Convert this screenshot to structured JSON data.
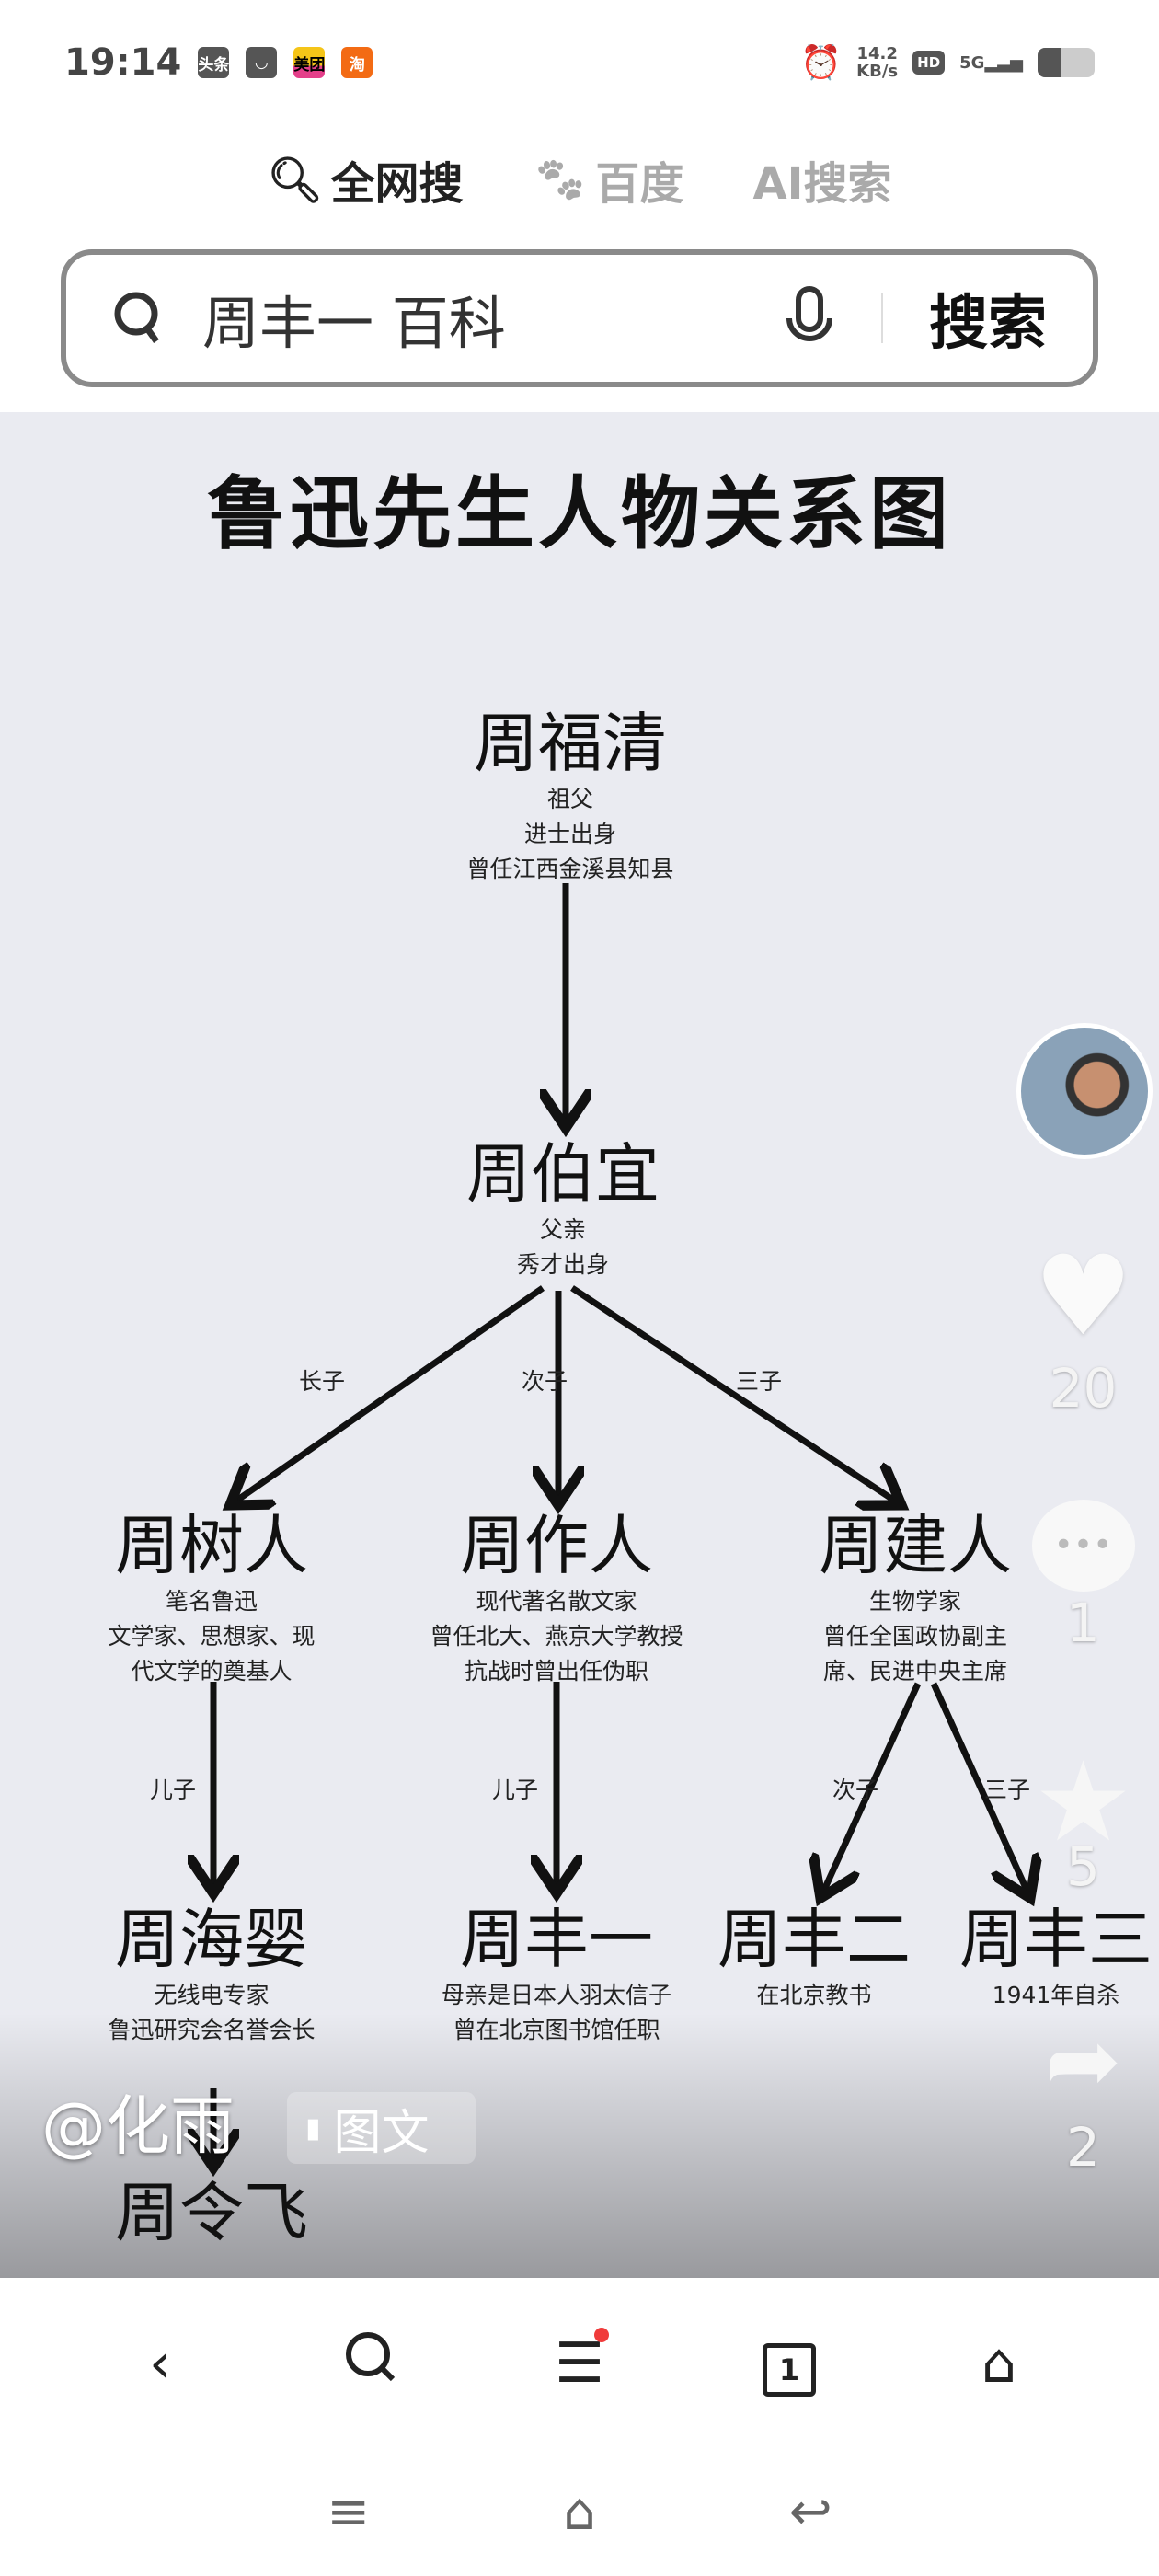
{
  "status_bar": {
    "time": "19:14",
    "apps": [
      "头条",
      "",
      "美团",
      "淘"
    ],
    "net_speed": "14.2",
    "net_unit": "KB/s",
    "hd": "HD",
    "signal": "5G",
    "battery_level": 0.4
  },
  "tabs": [
    {
      "label": "全网搜",
      "active": true
    },
    {
      "label": "百度",
      "active": false
    },
    {
      "label": "AI搜索",
      "active": false
    }
  ],
  "search": {
    "query": "周丰一 百科",
    "button": "搜索"
  },
  "diagram": {
    "title": "鲁迅先生人物关系图",
    "nodes": {
      "fuqing": {
        "name": "周福清",
        "lines": [
          "祖父",
          "进士出身",
          "曾任江西金溪县知县"
        ]
      },
      "boyi": {
        "name": "周伯宜",
        "lines": [
          "父亲",
          "秀才出身"
        ]
      },
      "shuren": {
        "name": "周树人",
        "lines": [
          "笔名鲁迅",
          "文学家、思想家、现",
          "代文学的奠基人"
        ]
      },
      "zuoren": {
        "name": "周作人",
        "lines": [
          "现代著名散文家",
          "曾任北大、燕京大学教授",
          "抗战时曾出任伪职"
        ]
      },
      "jianren": {
        "name": "周建人",
        "lines": [
          "生物学家",
          "曾任全国政协副主",
          "席、民进中央主席"
        ]
      },
      "haiying": {
        "name": "周海婴",
        "lines": [
          "无线电专家",
          "鲁迅研究会名誉会长"
        ]
      },
      "fengyi": {
        "name": "周丰一",
        "lines": [
          "母亲是日本人羽太信子",
          "曾在北京图书馆任职"
        ]
      },
      "denger": {
        "name": "周丰二",
        "lines": [
          "在北京教书"
        ]
      },
      "fengsan": {
        "name": "周丰三",
        "lines": [
          "1941年自杀"
        ]
      },
      "lingfei": {
        "name": "周令飞"
      }
    },
    "edge_labels": {
      "eldest": "长子",
      "second": "次子",
      "third": "三子",
      "son1": "儿子",
      "son2": "儿子",
      "j_second": "次子",
      "j_third": "三子"
    }
  },
  "post": {
    "author": "@化雨",
    "type": "图文"
  },
  "actions": {
    "likes": "20",
    "comments": "1",
    "favorites": "5",
    "shares": "2"
  },
  "bottom_nav": {
    "tab_count": "1"
  }
}
